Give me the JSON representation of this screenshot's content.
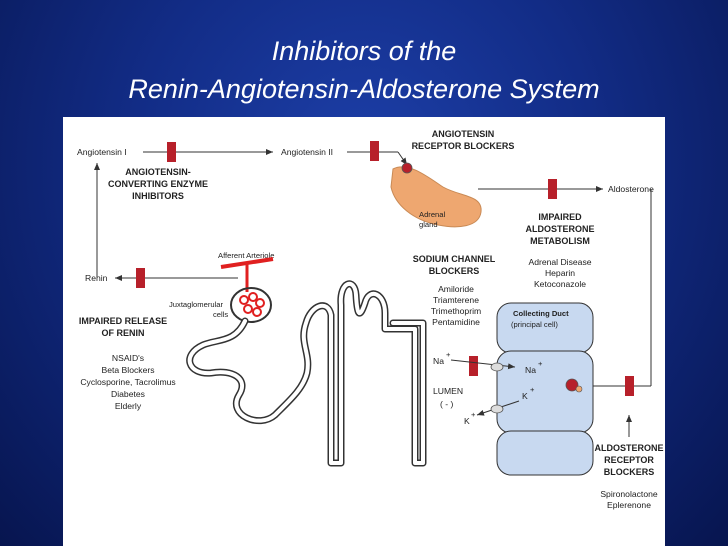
{
  "slide": {
    "title_line1": "Inhibitors of the",
    "title_line2": "Renin-Angiotensin-Aldosterone System"
  },
  "diagram": {
    "angiotensin_1": "Angiotensin I",
    "angiotensin_2": "Angiotensin II",
    "aldosterone": "Aldosterone",
    "renin": "Renin",
    "ace_inhibitors": [
      "ANGIOTENSIN-",
      "CONVERTING ENZYME",
      "INHIBITORS"
    ],
    "arb": [
      "ANGIOTENSIN",
      "RECEPTOR BLOCKERS"
    ],
    "adrenal_gland": [
      "Adrenal",
      "gland"
    ],
    "impaired_metabolism": [
      "IMPAIRED",
      "ALDOSTERONE",
      "METABOLISM"
    ],
    "metabolism_causes": [
      "Adrenal Disease",
      "Heparin",
      "Ketoconazole"
    ],
    "afferent_arteriole": "Afferent Arteriole",
    "juxtaglomerular": [
      "Juxtaglomerular",
      "cells"
    ],
    "impaired_release": [
      "IMPAIRED RELEASE",
      "OF RENIN"
    ],
    "renin_causes": [
      "NSAID's",
      "Beta Blockers",
      "Cyclosporine, Tacrolimus",
      "Diabetes",
      "Elderly"
    ],
    "sodium_channel": [
      "SODIUM CHANNEL",
      "BLOCKERS"
    ],
    "sodium_drugs": [
      "Amiloride",
      "Triamterene",
      "Trimethoprim",
      "Pentamidine"
    ],
    "collecting_duct": [
      "Collecting Duct",
      "(principal cell)"
    ],
    "na_lumen": "Na",
    "na_cell": "Na",
    "k_cell": "K",
    "k_lumen": "K",
    "lumen": [
      "LUMEN",
      "( - )"
    ],
    "ion_plus": "+",
    "aldo_receptor": [
      "ALDOSTERONE",
      "RECEPTOR",
      "BLOCKERS"
    ],
    "aldo_drugs": [
      "Spironolactone",
      "Eplerenone"
    ],
    "colors": {
      "blocker_red": "#b7202a",
      "adrenal_fill": "#eea770",
      "cell_fill": "#c8d9f0",
      "arteriole_red": "#e02020"
    }
  }
}
